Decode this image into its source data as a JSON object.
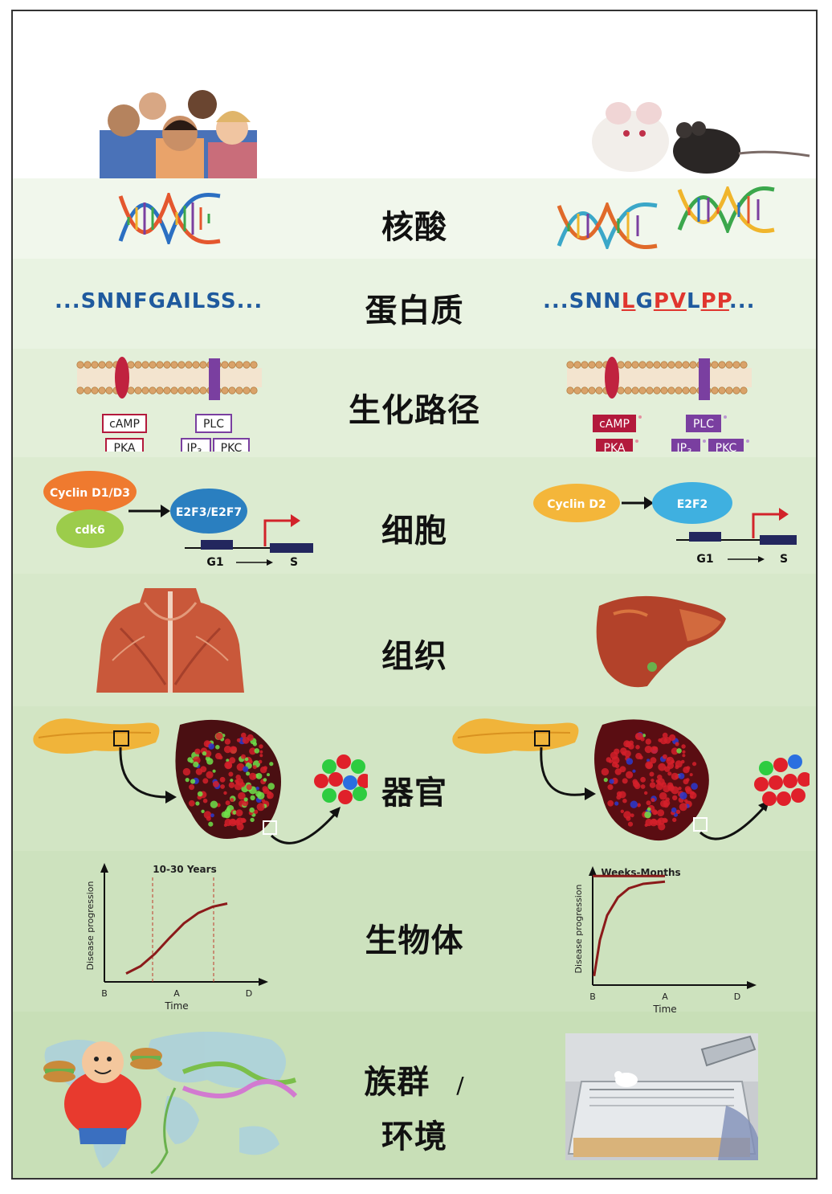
{
  "colors": {
    "band_top": "#ffffff",
    "band_1": "#f1f7ec",
    "band_2": "#e9f3e2",
    "band_3": "#e3efd9",
    "band_4": "#dcebd0",
    "band_5": "#d7e8ca",
    "band_6": "#d2e5c4",
    "band_7": "#cde2be",
    "band_8": "#c8dfb7",
    "band_9": "#c2dbb0",
    "sequence_blue": "#1f5a9e",
    "mutation_red": "#e0352e",
    "pka_red": "#b3193c",
    "plc_purple": "#7a3fa0",
    "curve_red": "#8b1a1a",
    "cyclin_orange": "#ef7a2f",
    "cdk6_green": "#9ccc4b",
    "e2f_blue": "#2a7fc0",
    "cyclin_d2_yellow": "#f4b63a",
    "e2f2_cyan": "#3fb0e0",
    "gene_bar": "#23275e"
  },
  "rows": {
    "nucleic_acid": {
      "label": "核酸"
    },
    "protein": {
      "label": "蛋白质",
      "human_sequence": "...SNNFGAILSS...",
      "mouse_sequence_parts": [
        {
          "text": "...SNN",
          "mut": false
        },
        {
          "text": "L",
          "mut": true
        },
        {
          "text": "G",
          "mut": false
        },
        {
          "text": "PV",
          "mut": true
        },
        {
          "text": "L",
          "mut": false
        },
        {
          "text": "PP",
          "mut": true
        },
        {
          "text": "...",
          "mut": false
        }
      ]
    },
    "pathway": {
      "label": "生化路径",
      "human": {
        "camp": "cAMP",
        "pka": "PKA",
        "plc": "PLC",
        "ip3": "IP",
        "ip3_sub": "3",
        "pkc": "PKC"
      },
      "mouse": {
        "camp": "cAMP",
        "pka": "PKA",
        "plc": "PLC",
        "ip3": "IP",
        "ip3_sub": "3",
        "pkc": "PKC"
      }
    },
    "cell": {
      "label": "细胞",
      "human": {
        "cyclin": "Cyclin D1/D3",
        "cdk": "cdk6",
        "e2f": "E2F3/E2F7",
        "g1": "G1",
        "s": "S"
      },
      "mouse": {
        "cyclin": "Cyclin D2",
        "e2f": "E2F2",
        "g1": "G1",
        "s": "S"
      }
    },
    "tissue": {
      "label": "组织"
    },
    "organ": {
      "label": "器官"
    },
    "organism": {
      "label": "生物体",
      "human_chart": {
        "title": "10-30 Years",
        "ylabel": "Disease progression",
        "xlabel": "Time",
        "ticks": [
          "B",
          "A",
          "D"
        ]
      },
      "mouse_chart": {
        "title": "Weeks-Months",
        "ylabel": "Disease progression",
        "xlabel": "Time",
        "ticks": [
          "B",
          "A",
          "D"
        ]
      }
    },
    "population": {
      "label_line1": "族群",
      "label_slash": "/",
      "label_line2": "环境"
    }
  },
  "chart_data": [
    {
      "type": "line",
      "title": "10-30 Years",
      "ylabel": "Disease progression",
      "xlabel": "Time",
      "x_ticks": [
        "B",
        "A",
        "D"
      ],
      "series": [
        {
          "x": [
            0.3,
            0.5,
            0.7,
            0.9,
            1.1,
            1.3,
            1.5,
            1.7
          ],
          "y": [
            0.08,
            0.15,
            0.27,
            0.42,
            0.56,
            0.66,
            0.72,
            0.75
          ]
        }
      ]
    },
    {
      "type": "line",
      "title": "Weeks-Months",
      "ylabel": "Disease progression",
      "xlabel": "Time",
      "x_ticks": [
        "B",
        "A",
        "D"
      ],
      "series": [
        {
          "x": [
            0.02,
            0.1,
            0.2,
            0.35,
            0.5,
            0.7,
            1.0
          ],
          "y": [
            0.08,
            0.4,
            0.62,
            0.78,
            0.86,
            0.9,
            0.92
          ]
        },
        {
          "x": [
            0.0,
            1.0
          ],
          "y": [
            0.97,
            0.97
          ]
        }
      ]
    }
  ]
}
